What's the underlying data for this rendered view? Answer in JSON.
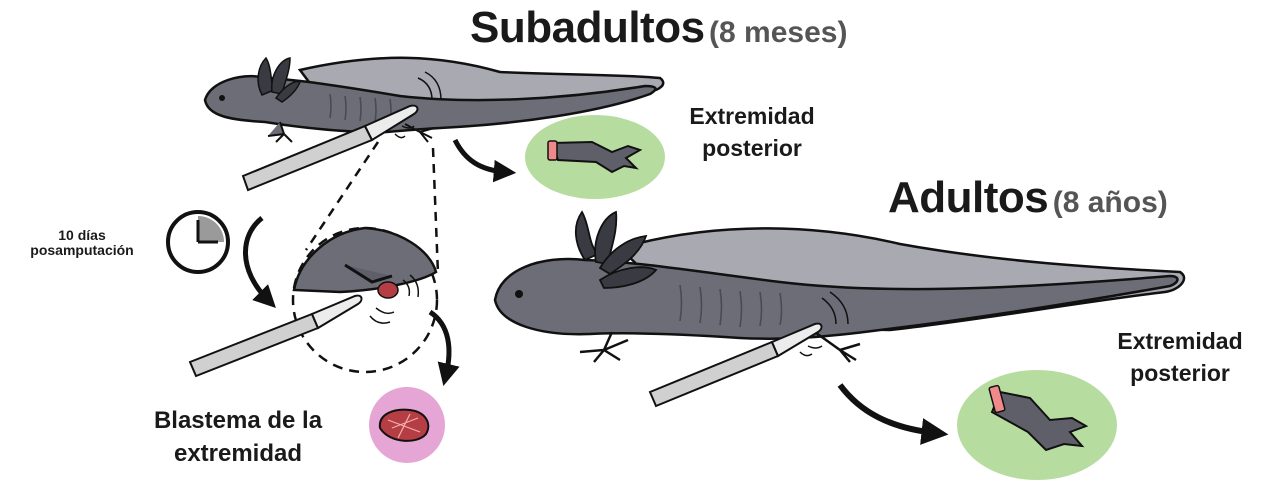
{
  "titles": {
    "subadults": {
      "main": "Subadultos",
      "age": "(8 meses)"
    },
    "adults": {
      "main": "Adultos",
      "age": "(8 años)"
    }
  },
  "labels": {
    "limb_subadult": [
      "Extremidad",
      "posterior"
    ],
    "limb_adult": [
      "Extremidad",
      "posterior"
    ],
    "time_point": [
      "10 días",
      "posamputación"
    ],
    "blastema": [
      "Blastema de la",
      "extremidad"
    ]
  },
  "colors": {
    "body": "#6d6d78",
    "body_dark": "#4a4a55",
    "fin": "#a9a9b2",
    "gills": "#3a3a42",
    "outline": "#111111",
    "limb_highlight": "#b7dca0",
    "blastema_highlight": "#e6a6d5",
    "blastema_tissue": "#b53d44",
    "wound_pink": "#f08a8a",
    "scalpel": "#d0d0d0",
    "clock_fill": "#9a9a9a"
  },
  "icons": [
    "axolotl",
    "scalpel",
    "amputated-limb",
    "blastema-tissue",
    "clock-icon",
    "arrow"
  ]
}
